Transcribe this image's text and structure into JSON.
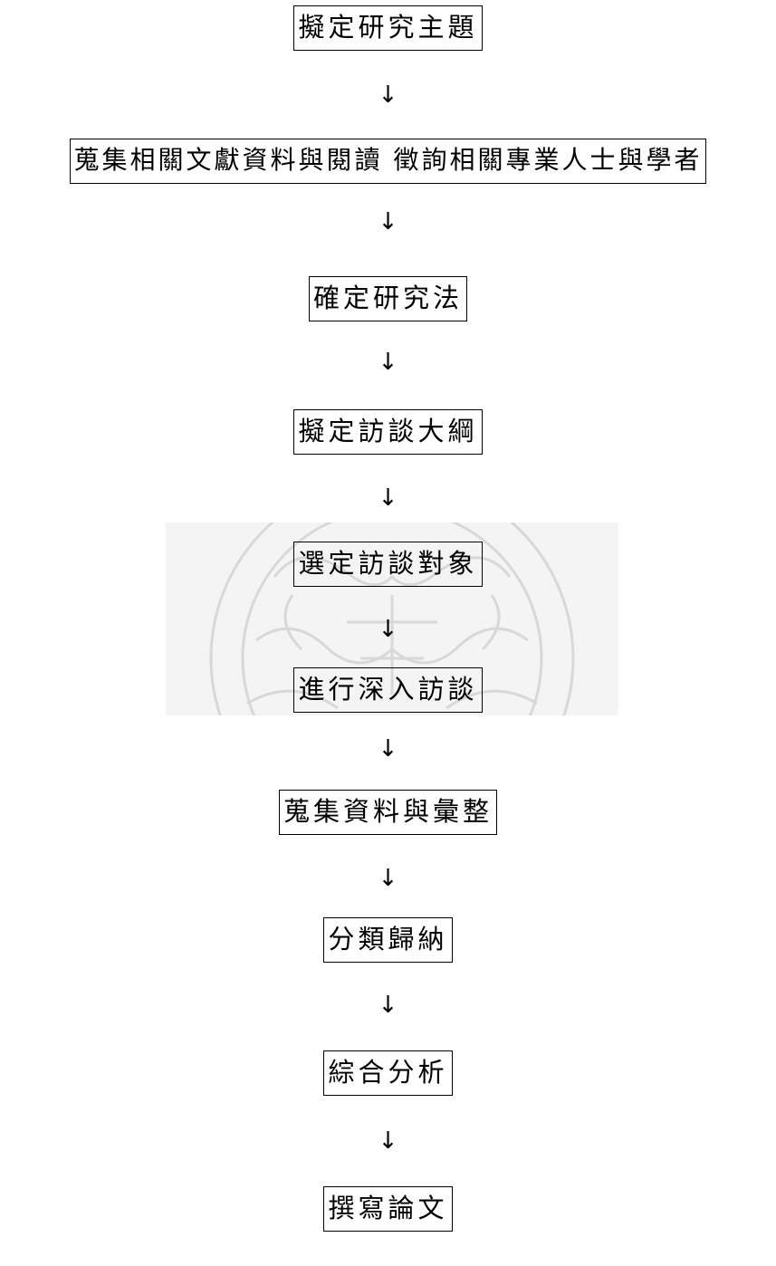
{
  "flowchart": {
    "steps": [
      "擬定研究主題",
      "蒐集相關文獻資料與閱讀 徵詢相關專業人士與學者",
      "確定研究法",
      "擬定訪談大綱",
      "選定訪談對象",
      "進行深入訪談",
      "蒐集資料與彙整",
      "分類歸納",
      "綜合分析",
      "撰寫論文"
    ],
    "arrow_glyph": "↓"
  },
  "colors": {
    "text": "#000000",
    "box_border": "#000000",
    "watermark_bg": "#f4f4f4",
    "watermark_stroke": "#d8d8d8"
  }
}
